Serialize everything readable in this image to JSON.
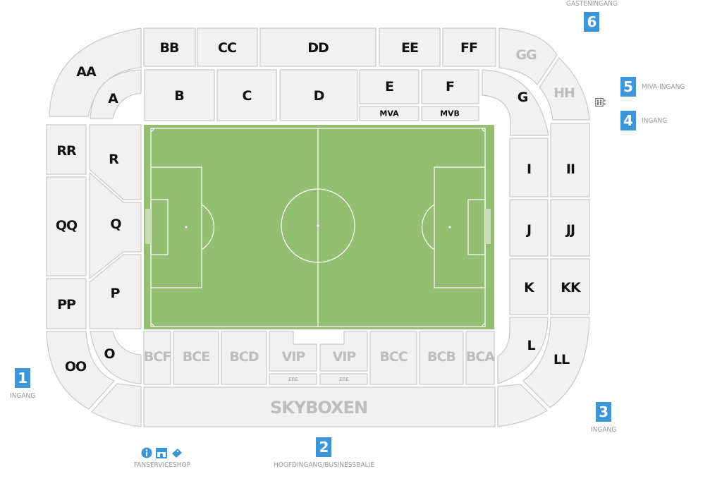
{
  "sections": {
    "AA": "AA",
    "A": "A",
    "BB": "BB",
    "CC": "CC",
    "DD": "DD",
    "EE": "EE",
    "FF": "FF",
    "GG": "GG",
    "HH": "HH",
    "B": "B",
    "C": "C",
    "D": "D",
    "E": "E",
    "F": "F",
    "MVA": "MVA",
    "MVB": "MVB",
    "G": "G",
    "RR": "RR",
    "R": "R",
    "QQ": "QQ",
    "Q": "Q",
    "PP": "PP",
    "P": "P",
    "I": "I",
    "II": "II",
    "J": "J",
    "JJ": "JJ",
    "K": "K",
    "KK": "KK",
    "OO": "OO",
    "O": "O",
    "L": "L",
    "LL": "LL",
    "BCF": "BCF",
    "BCE": "BCE",
    "BCD": "BCD",
    "VIP1": "VIP",
    "VIP2": "VIP",
    "ERE1": "ERE",
    "ERE2": "ERE",
    "BCC": "BCC",
    "BCB": "BCB",
    "BCA": "BCA",
    "SKYBOXEN": "SKYBOXEN"
  },
  "entrances": {
    "e1": {
      "num": "1",
      "label": "INGANG"
    },
    "e2": {
      "num": "2",
      "label": "HOOFDINGANG/BUSINESSBALIE"
    },
    "e3": {
      "num": "3",
      "label": "INGANG"
    },
    "e4": {
      "num": "4",
      "label": "INGANG"
    },
    "e5": {
      "num": "5",
      "label": "MIVA-INGANG"
    },
    "e6": {
      "num": "6",
      "label": "GASTENINGANG"
    }
  },
  "fanshop": {
    "label": "FANSERVICESHOP"
  },
  "icons": {
    "fanshop": [
      "info-icon",
      "shop-icon",
      "ticket-icon"
    ],
    "miva": [
      "accessible-lift-icon"
    ]
  },
  "colors": {
    "pitch": "#94bf72",
    "section_fill": "#f1f1f1",
    "section_stroke": "#c9c9c9",
    "entrance_badge": "#3b95d6",
    "label_active": "#111111",
    "label_inactive": "#bdbdbd"
  }
}
